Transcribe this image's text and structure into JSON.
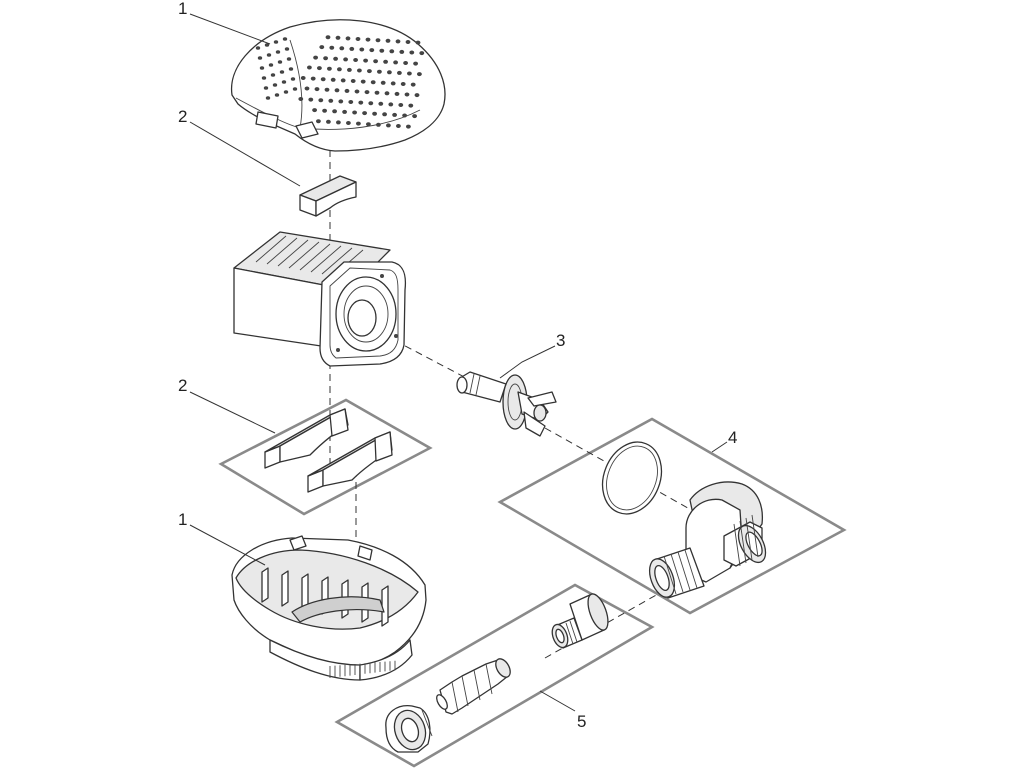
{
  "labels": {
    "cover_top": "1",
    "clamp_top": "2",
    "impeller": "3",
    "elbow_kit": "4",
    "clamps_set": "2",
    "base": "1",
    "hose_kit": "5"
  }
}
